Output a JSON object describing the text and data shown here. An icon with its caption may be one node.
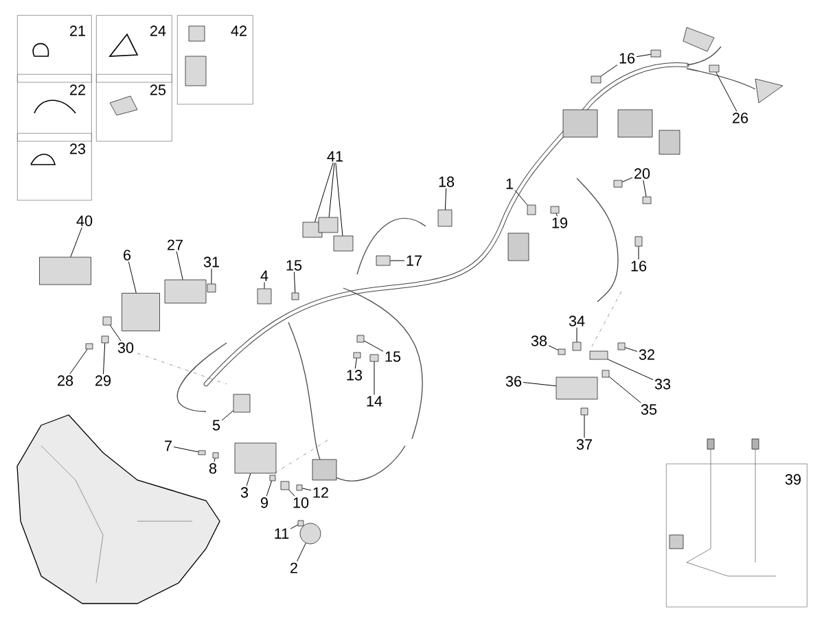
{
  "diagram": {
    "nodes": [
      {
        "text": [
          "21"
        ]
      },
      {
        "text": [
          "24"
        ]
      },
      {
        "text": [
          "42"
        ]
      },
      {
        "text": [
          "22"
        ]
      },
      {
        "text": [
          "25"
        ]
      },
      {
        "text": [
          "23"
        ]
      },
      {
        "text": [
          "16"
        ]
      },
      {
        "text": [
          "26"
        ]
      },
      {
        "text": [
          "20"
        ]
      },
      {
        "text": [
          "41"
        ]
      },
      {
        "text": [
          "18"
        ]
      },
      {
        "text": [
          "1"
        ]
      },
      {
        "text": [
          "19"
        ]
      },
      {
        "text": [
          "40"
        ]
      },
      {
        "text": [
          "6"
        ]
      },
      {
        "text": [
          "27"
        ]
      },
      {
        "text": [
          "31"
        ]
      },
      {
        "text": [
          "17"
        ]
      },
      {
        "text": [
          "16"
        ]
      },
      {
        "text": [
          "4"
        ]
      },
      {
        "text": [
          "15"
        ]
      },
      {
        "text": [
          "34"
        ]
      },
      {
        "text": [
          "38"
        ]
      },
      {
        "text": [
          "32"
        ]
      },
      {
        "text": [
          "30"
        ]
      },
      {
        "text": [
          "15"
        ]
      },
      {
        "text": [
          "13"
        ]
      },
      {
        "text": [
          "28"
        ]
      },
      {
        "text": [
          "29"
        ]
      },
      {
        "text": [
          "33"
        ]
      },
      {
        "text": [
          "36"
        ]
      },
      {
        "text": [
          "14"
        ]
      },
      {
        "text": [
          "35"
        ]
      },
      {
        "text": [
          "5"
        ]
      },
      {
        "text": [
          "37"
        ]
      },
      {
        "text": [
          "7"
        ]
      },
      {
        "text": [
          "8"
        ]
      },
      {
        "text": [
          "39"
        ]
      },
      {
        "text": [
          "3"
        ]
      },
      {
        "text": [
          "9"
        ]
      },
      {
        "text": [
          "10"
        ]
      },
      {
        "text": [
          "12"
        ]
      },
      {
        "text": [
          "11"
        ]
      },
      {
        "text": [
          "2"
        ]
      },
      {
        "text": [],
        "shape": "box"
      },
      {
        "text": [],
        "shape": "box"
      },
      {
        "text": [],
        "shape": "box"
      },
      {
        "text": [],
        "shape": "box"
      },
      {
        "text": [],
        "shape": "box"
      },
      {
        "text": [],
        "shape": "box"
      },
      {
        "text": [],
        "shape": "box"
      },
      {
        "text": [],
        "shape": "box"
      },
      {
        "text": [],
        "shape": "box"
      },
      {
        "text": [],
        "shape": "box"
      },
      {
        "text": [],
        "shape": "box"
      },
      {
        "text": [],
        "shape": "box"
      },
      {
        "text": [],
        "shape": "box"
      },
      {
        "text": [],
        "shape": "box"
      },
      {
        "text": [],
        "shape": "box"
      },
      {
        "text": [],
        "shape": "box"
      },
      {
        "text": [],
        "shape": "box"
      },
      {
        "text": [],
        "shape": "box"
      },
      {
        "text": [],
        "shape": "box"
      },
      {
        "text": [],
        "shape": "box"
      },
      {
        "text": [],
        "shape": "box"
      },
      {
        "text": [],
        "shape": "box"
      },
      {
        "text": [],
        "shape": "box"
      },
      {
        "text": [],
        "shape": "box"
      },
      {
        "text": [],
        "shape": "box"
      },
      {
        "text": [],
        "shape": "box"
      },
      {
        "text": [],
        "shape": "box"
      },
      {
        "text": [],
        "shape": "box"
      },
      {
        "text": [],
        "shape": "box"
      },
      {
        "text": [],
        "shape": "box"
      },
      {
        "text": [],
        "shape": "box"
      },
      {
        "text": [],
        "shape": "box"
      },
      {
        "text": [],
        "shape": "box"
      },
      {
        "text": [],
        "shape": "box"
      },
      {
        "text": [],
        "shape": "box"
      },
      {
        "text": [],
        "shape": "box"
      },
      {
        "text": [],
        "shape": "box"
      },
      {
        "text": [],
        "shape": "box"
      },
      {
        "text": [],
        "shape": "box"
      },
      {
        "text": [],
        "shape": "box"
      },
      {
        "text": [],
        "shape": "circle"
      }
    ],
    "edges": [
      {
        "from": 6,
        "to": 44,
        "arrow": "none"
      },
      {
        "from": 6,
        "to": 45,
        "arrow": "none"
      },
      {
        "from": 7,
        "to": 46,
        "arrow": "none"
      },
      {
        "from": 8,
        "to": 47,
        "arrow": "none"
      },
      {
        "from": 8,
        "to": 48,
        "arrow": "none"
      },
      {
        "from": 9,
        "to": 49,
        "arrow": "none"
      },
      {
        "from": 9,
        "to": 50,
        "arrow": "none"
      },
      {
        "from": 9,
        "to": 51,
        "arrow": "none"
      },
      {
        "from": 10,
        "to": 52,
        "arrow": "none"
      },
      {
        "from": 11,
        "to": 53,
        "arrow": "none"
      },
      {
        "from": 12,
        "to": 54,
        "arrow": "none"
      },
      {
        "from": 13,
        "to": 55,
        "arrow": "none"
      },
      {
        "from": 14,
        "to": 56,
        "arrow": "none"
      },
      {
        "from": 15,
        "to": 57,
        "arrow": "none"
      },
      {
        "from": 16,
        "to": 58,
        "arrow": "none"
      },
      {
        "from": 17,
        "to": 59,
        "arrow": "none"
      },
      {
        "from": 18,
        "to": 60,
        "arrow": "none"
      },
      {
        "from": 19,
        "to": 61,
        "arrow": "none"
      },
      {
        "from": 20,
        "to": 62,
        "arrow": "none"
      },
      {
        "from": 21,
        "to": 63,
        "arrow": "none"
      },
      {
        "from": 22,
        "to": 64,
        "arrow": "none"
      },
      {
        "from": 23,
        "to": 65,
        "arrow": "none"
      },
      {
        "from": 24,
        "to": 66,
        "arrow": "none"
      },
      {
        "from": 25,
        "to": 67,
        "arrow": "none"
      },
      {
        "from": 26,
        "to": 68,
        "arrow": "none"
      },
      {
        "from": 27,
        "to": 69,
        "arrow": "none"
      },
      {
        "from": 28,
        "to": 70,
        "arrow": "none"
      },
      {
        "from": 29,
        "to": 71,
        "arrow": "none"
      },
      {
        "from": 30,
        "to": 72,
        "arrow": "none"
      },
      {
        "from": 31,
        "to": 73,
        "arrow": "none"
      },
      {
        "from": 32,
        "to": 74,
        "arrow": "none"
      },
      {
        "from": 33,
        "to": 75,
        "arrow": "none"
      },
      {
        "from": 34,
        "to": 76,
        "arrow": "none"
      },
      {
        "from": 35,
        "to": 77,
        "arrow": "none"
      },
      {
        "from": 36,
        "to": 78,
        "arrow": "none"
      },
      {
        "from": 38,
        "to": 79,
        "arrow": "none"
      },
      {
        "from": 39,
        "to": 80,
        "arrow": "none"
      },
      {
        "from": 40,
        "to": 81,
        "arrow": "none"
      },
      {
        "from": 41,
        "to": 82,
        "arrow": "none"
      },
      {
        "from": 42,
        "to": 83,
        "arrow": "none"
      },
      {
        "from": 43,
        "to": 84,
        "arrow": "none"
      }
    ]
  }
}
